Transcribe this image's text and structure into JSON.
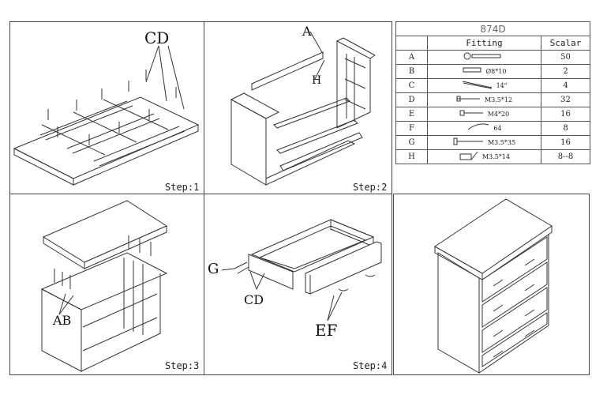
{
  "steps": [
    {
      "label": "Step:1",
      "callouts": [
        "CD"
      ]
    },
    {
      "label": "Step:2",
      "callouts": [
        "A",
        "H"
      ]
    },
    {
      "label": "Step:3",
      "callouts": [
        "AB"
      ]
    },
    {
      "label": "Step:4",
      "callouts": [
        "G",
        "CD",
        "EF"
      ]
    }
  ],
  "fitting_table": {
    "model": "874D",
    "header": {
      "fitting": "Fitting",
      "scalar": "Scalar"
    },
    "rows": [
      {
        "id": "A",
        "icon": "cam-lock-icon",
        "spec": "",
        "qty": "50"
      },
      {
        "id": "B",
        "icon": "dowel-icon",
        "spec": "Ø8*10",
        "qty": "2"
      },
      {
        "id": "C",
        "icon": "screw-icon",
        "spec": "14\"",
        "qty": "4"
      },
      {
        "id": "D",
        "icon": "screw-icon",
        "spec": "M3.5*12",
        "qty": "32"
      },
      {
        "id": "E",
        "icon": "bolt-icon",
        "spec": "M4*20",
        "qty": "16"
      },
      {
        "id": "F",
        "icon": "handle-icon",
        "spec": "64",
        "qty": "8"
      },
      {
        "id": "G",
        "icon": "screw-icon",
        "spec": "M3.5*35",
        "qty": "16"
      },
      {
        "id": "H",
        "icon": "bracket-icon",
        "spec": "M3.5*14",
        "qty": "8--8"
      }
    ]
  }
}
